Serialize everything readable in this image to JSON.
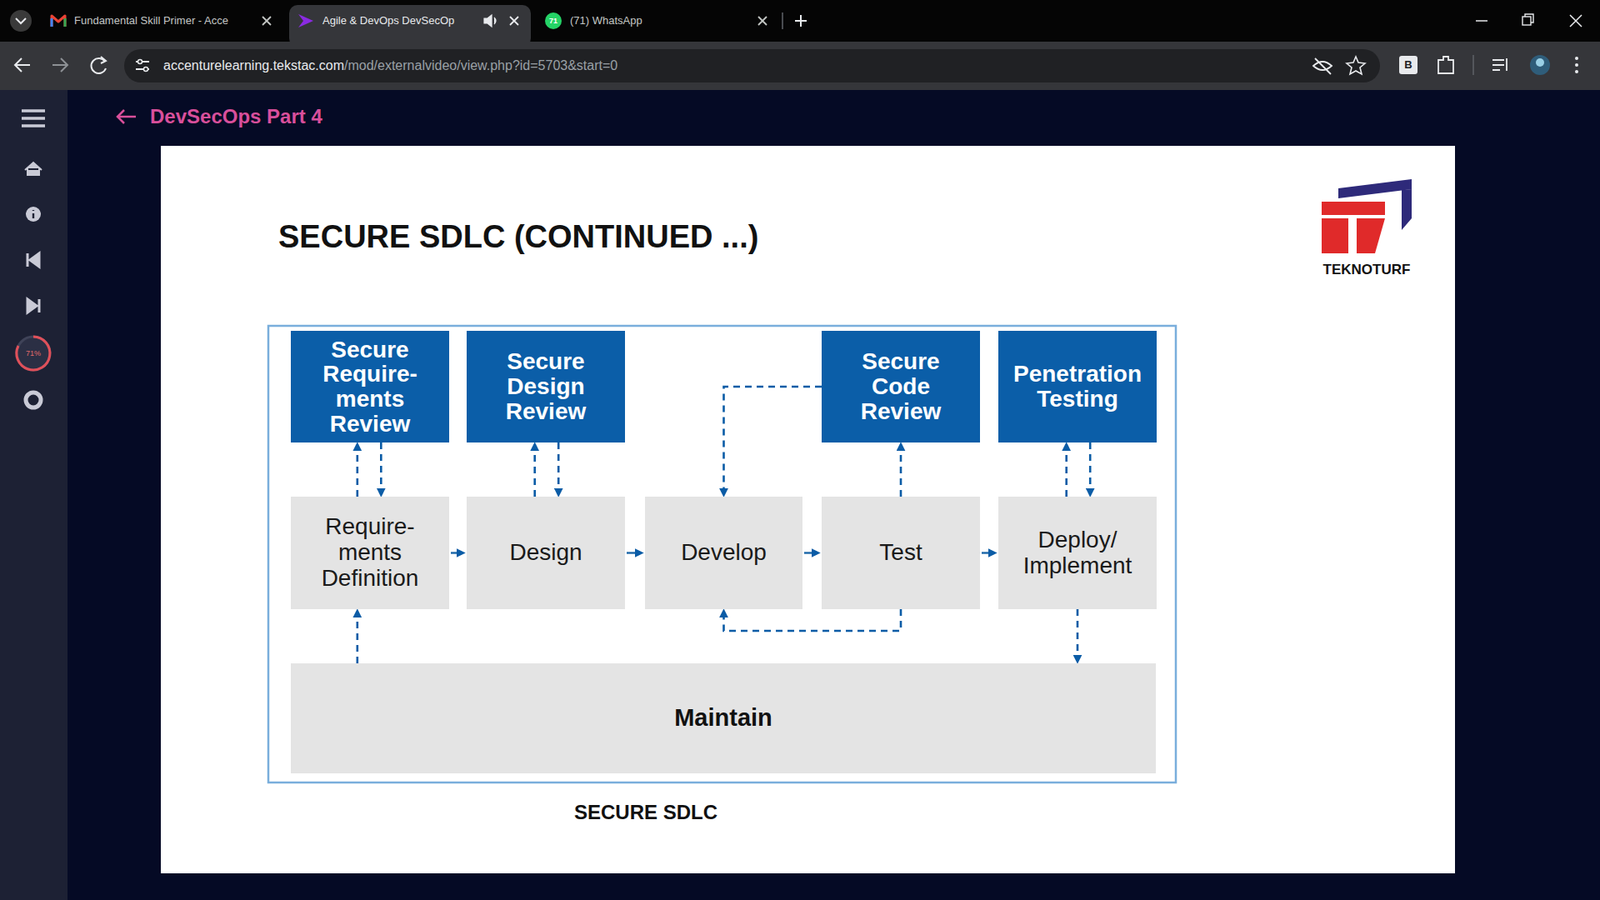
{
  "diagram": {
    "title": "SECURE SDLC (CONTINUED ...)",
    "caption": "SECURE SDLC",
    "nodes": [
      {
        "text": [
          "Secure Require- ments Review"
        ]
      },
      {
        "text": [
          "Secure Design Review"
        ]
      },
      {
        "text": [
          "Secure Code Review"
        ]
      },
      {
        "text": [
          "Penetration Testing"
        ]
      },
      {
        "text": [
          "Require- ments Definition"
        ]
      },
      {
        "text": [
          "Design"
        ]
      },
      {
        "text": [
          "Develop"
        ]
      },
      {
        "text": [
          "Test"
        ]
      },
      {
        "text": [
          "Deploy/ Implement"
        ]
      },
      {
        "text": [
          "Maintain"
        ]
      }
    ],
    "edges": [
      {
        "from": 4,
        "to": 0,
        "arrow": "to"
      },
      {
        "from": 0,
        "to": 4,
        "arrow": "to"
      },
      {
        "from": 5,
        "to": 1,
        "arrow": "to"
      },
      {
        "from": 1,
        "to": 5,
        "arrow": "to"
      },
      {
        "from": 2,
        "to": 6,
        "arrow": "to"
      },
      {
        "from": 7,
        "to": 2,
        "arrow": "to"
      },
      {
        "from": 8,
        "to": 3,
        "arrow": "to"
      },
      {
        "from": 3,
        "to": 8,
        "arrow": "to"
      },
      {
        "from": 4,
        "to": 5,
        "arrow": "to"
      },
      {
        "from": 5,
        "to": 6,
        "arrow": "to"
      },
      {
        "from": 6,
        "to": 7,
        "arrow": "to"
      },
      {
        "from": 7,
        "to": 8,
        "arrow": "to"
      },
      {
        "from": 7,
        "to": 6,
        "arrow": "to"
      },
      {
        "from": 9,
        "to": 4,
        "arrow": "to"
      },
      {
        "from": 8,
        "to": 9,
        "arrow": "to"
      }
    ],
    "labels": [
      "Fundamental Skill Primer - Acce",
      "Agile & DevOps DevSecOp",
      "(71) WhatsApp",
      "71",
      "accenturelearning.tekstac.com",
      "/mod/externalvideo/view.php?id=5703&start=0",
      "B",
      "DevSecOps Part 4",
      "71%",
      "TEKNOTURF"
    ]
  }
}
